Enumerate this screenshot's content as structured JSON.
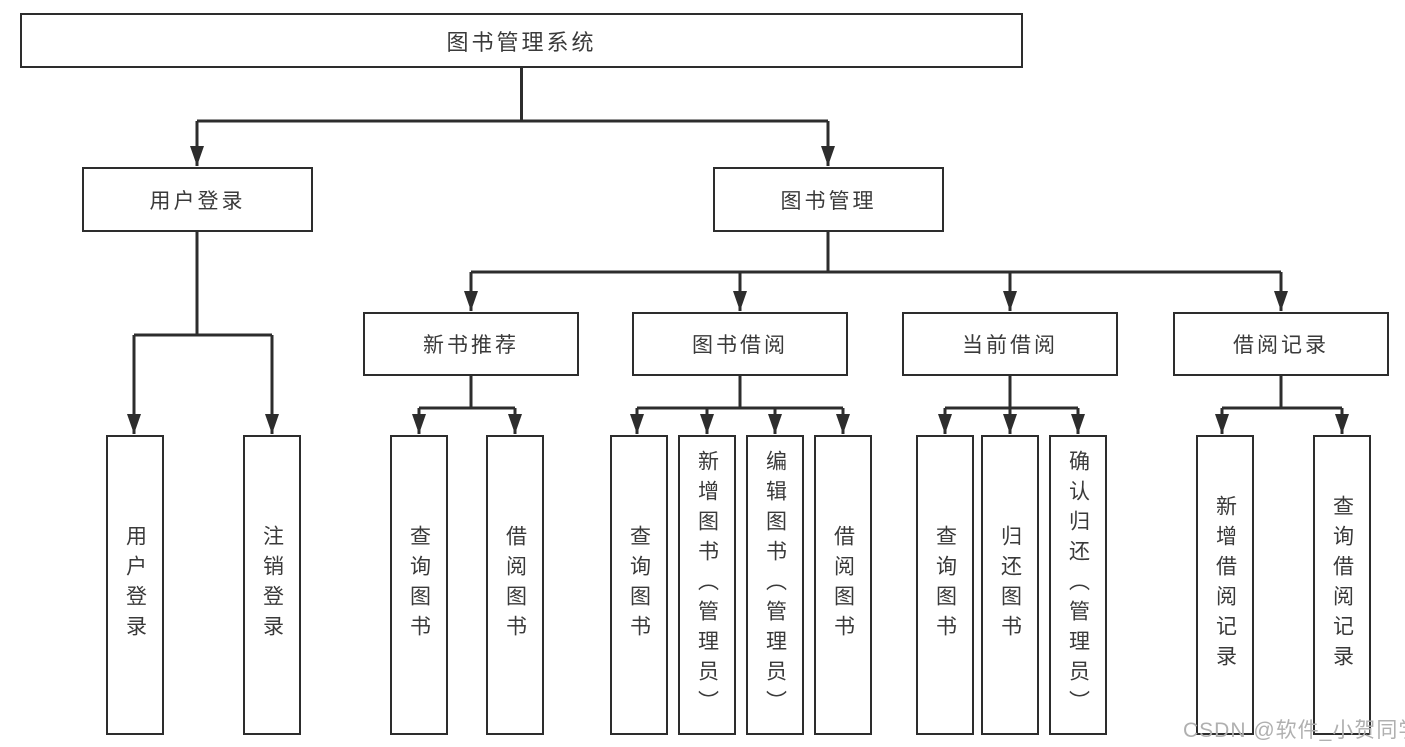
{
  "diagram": {
    "root": {
      "label": "图书管理系统",
      "children": [
        {
          "label": "用户登录",
          "children": [
            {
              "label": "用户登录"
            },
            {
              "label": "注销登录"
            }
          ]
        },
        {
          "label": "图书管理",
          "children": [
            {
              "label": "新书推荐",
              "children": [
                {
                  "label": "查询图书"
                },
                {
                  "label": "借阅图书"
                }
              ]
            },
            {
              "label": "图书借阅",
              "children": [
                {
                  "label": "查询图书"
                },
                {
                  "label": "新增图书（管理员）"
                },
                {
                  "label": "编辑图书（管理员）"
                },
                {
                  "label": "借阅图书"
                }
              ]
            },
            {
              "label": "当前借阅",
              "children": [
                {
                  "label": "查询图书"
                },
                {
                  "label": "归还图书"
                },
                {
                  "label": "确认归还（管理员）"
                }
              ]
            },
            {
              "label": "借阅记录",
              "children": [
                {
                  "label": "新增借阅记录"
                },
                {
                  "label": "查询借阅记录"
                }
              ]
            }
          ]
        }
      ]
    }
  },
  "watermark": {
    "text": "CSDN @软件_小贺同学"
  },
  "colors": {
    "line": "#2d2d2d",
    "border": "#2d2d2d",
    "text": "#3a3a3a",
    "background": "#ffffff",
    "watermark": "#b0b0b0"
  }
}
